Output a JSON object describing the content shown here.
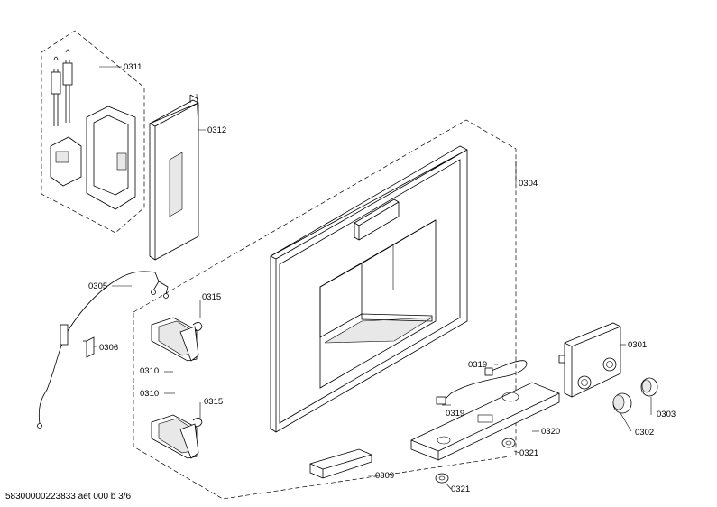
{
  "labels": {
    "p0311": "0311",
    "p0312": "0312",
    "p0304": "0304",
    "p0305": "0305",
    "p0306": "0306",
    "p0315a": "0315",
    "p0310a": "0310",
    "p0310b": "0310",
    "p0315b": "0315",
    "p0301": "0301",
    "p0319a": "0319",
    "p0319b": "0319",
    "p0320": "0320",
    "p0303": "0303",
    "p0302": "0302",
    "p0321a": "0321",
    "p0321b": "0321",
    "p0309": "0309"
  },
  "footer": "58300000223833 aet 000 b 3/6"
}
